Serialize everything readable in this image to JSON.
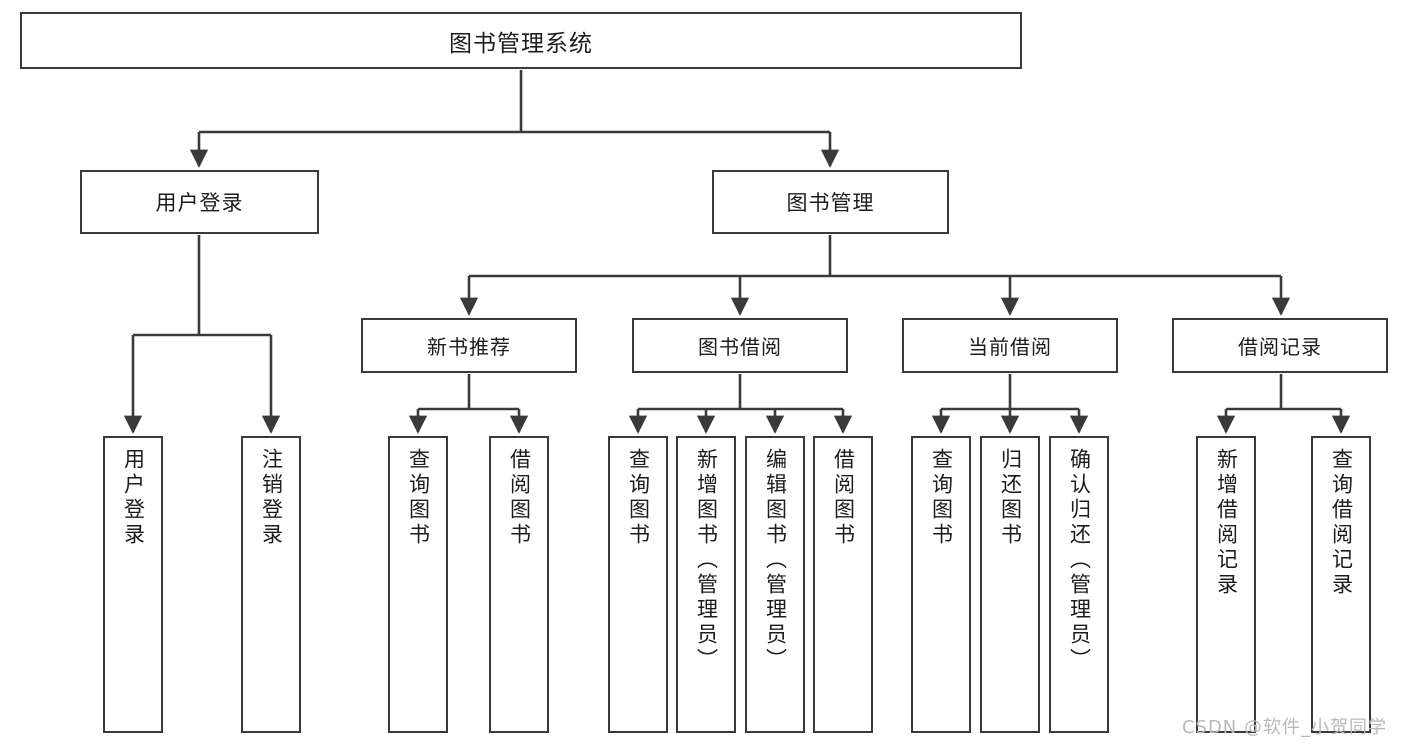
{
  "diagram": {
    "title": "图书管理系统",
    "type": "hierarchy-tree",
    "watermark": "CSDN @软件_小贺同学",
    "colors": {
      "box_border": "#3a3a3a",
      "box_fill": "#ffffff",
      "connector": "#3a3a3a",
      "text": "#1c1c1c",
      "watermark": "#b9b9b9"
    },
    "root": {
      "label": "图书管理系统"
    },
    "level2": [
      {
        "label": "用户登录"
      },
      {
        "label": "图书管理"
      }
    ],
    "level3": [
      {
        "label": "新书推荐"
      },
      {
        "label": "图书借阅"
      },
      {
        "label": "当前借阅"
      },
      {
        "label": "借阅记录"
      }
    ],
    "leaves": {
      "user_login": [
        {
          "label": "用户登录"
        },
        {
          "label": "注销登录"
        }
      ],
      "new_book_recommend": [
        {
          "label": "查询图书"
        },
        {
          "label": "借阅图书"
        }
      ],
      "book_borrow": [
        {
          "label": "查询图书"
        },
        {
          "label": "新增图书（管理员）"
        },
        {
          "label": "编辑图书（管理员）"
        },
        {
          "label": "借阅图书"
        }
      ],
      "current_borrow": [
        {
          "label": "查询图书"
        },
        {
          "label": "归还图书"
        },
        {
          "label": "确认归还（管理员）"
        }
      ],
      "borrow_record": [
        {
          "label": "新增借阅记录"
        },
        {
          "label": "查询借阅记录"
        }
      ]
    }
  }
}
